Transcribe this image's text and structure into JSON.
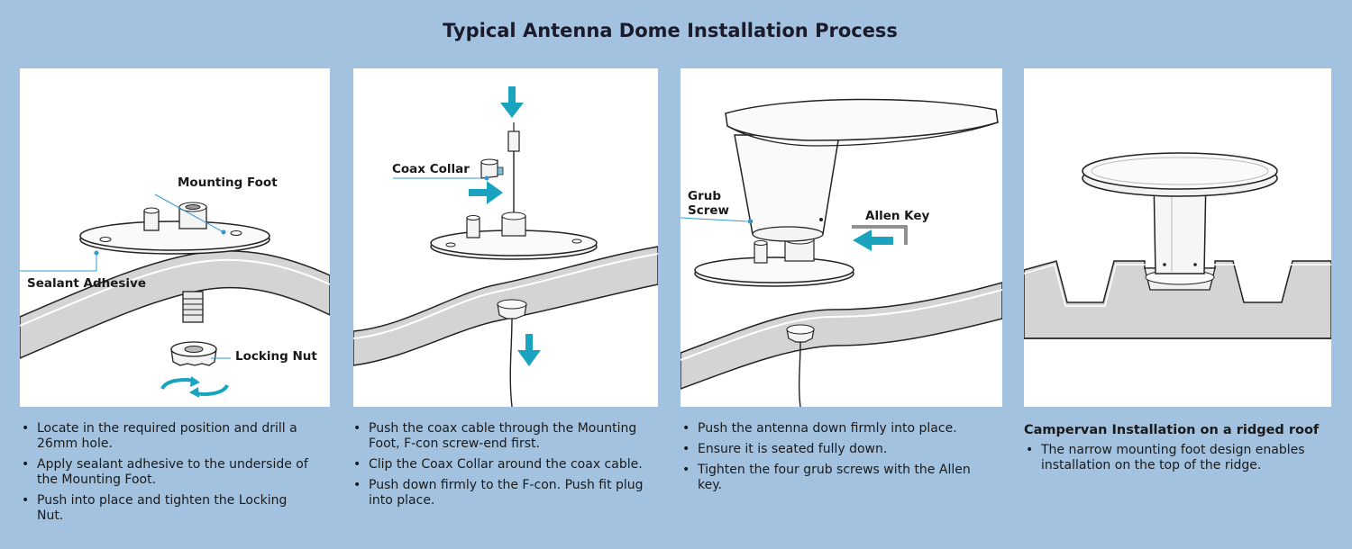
{
  "title": "Typical Antenna Dome Installation Process",
  "panels": [
    {
      "labels": {
        "mounting_foot": "Mounting Foot",
        "sealant": "Sealant Adhesive",
        "locking_nut": "Locking Nut"
      },
      "bullets": [
        "Locate in the required position and drill a 26mm hole.",
        "Apply sealant adhesive to the underside of the Mounting Foot.",
        "Push into place and tighten the Locking Nut."
      ]
    },
    {
      "labels": {
        "coax_collar": "Coax Collar"
      },
      "bullets": [
        "Push the coax cable through the Mounting Foot, F-con screw-end first.",
        "Clip the Coax Collar around the coax cable.",
        "Push down firmly to the F-con. Push fit plug into place."
      ]
    },
    {
      "labels": {
        "grub_screw_line1": "Grub",
        "grub_screw_line2": "Screw",
        "allen_key": "Allen Key"
      },
      "bullets": [
        "Push the antenna down firmly into place.",
        "Ensure it is seated fully down.",
        "Tighten the four grub screws with the Allen key."
      ]
    },
    {
      "heading": "Campervan Installation on a ridged roof",
      "bullets": [
        "The narrow mounting foot design enables installation on the top of the ridge."
      ]
    }
  ],
  "colors": {
    "background": "#a3c2df",
    "arrow": "#1aa3bf",
    "roof": "#d4d4d4"
  }
}
